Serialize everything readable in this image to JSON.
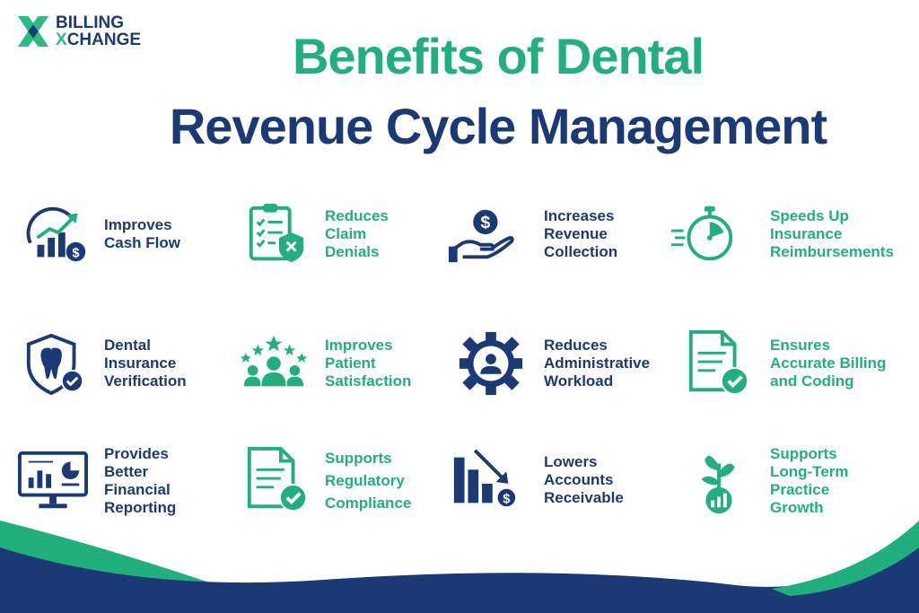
{
  "brand": {
    "line1": "BILLING",
    "line2_x": "X",
    "line2_rest": "CHANGE"
  },
  "title": {
    "line1": "Benefits of Dental",
    "line2": "Revenue Cycle Management"
  },
  "colors": {
    "navy": "#1b3a75",
    "green": "#21b07d"
  },
  "items": [
    {
      "label": "Improves\nCash Flow",
      "color": "navy",
      "icon": "cash-flow-chart-icon"
    },
    {
      "label": "Reduces\nClaim\nDenials",
      "color": "green",
      "icon": "clipboard-deny-icon"
    },
    {
      "label": "Increases\nRevenue\nCollection",
      "color": "navy",
      "icon": "hand-dollar-icon"
    },
    {
      "label": "Speeds Up\nInsurance\nReimbursements",
      "color": "green",
      "icon": "stopwatch-icon"
    },
    {
      "label": "Dental\nInsurance\nVerification",
      "color": "navy",
      "icon": "tooth-shield-icon"
    },
    {
      "label": "Improves\nPatient\nSatisfaction",
      "color": "green",
      "icon": "people-stars-icon"
    },
    {
      "label": "Reduces\nAdministrative\nWorkload",
      "color": "navy",
      "icon": "gear-person-icon"
    },
    {
      "label": "Ensures\nAccurate Billing\nand Coding",
      "color": "green",
      "icon": "document-check-icon"
    },
    {
      "label": "Provides\nBetter\nFinancial\nReporting",
      "color": "navy",
      "icon": "monitor-report-icon"
    },
    {
      "label": "Supports\nRegulatory\nCompliance",
      "color": "green",
      "icon": "document-check-icon"
    },
    {
      "label": "Lowers\nAccounts\nReceivable",
      "color": "navy",
      "icon": "declining-bars-icon"
    },
    {
      "label": "Supports\nLong-Term\nPractice\nGrowth",
      "color": "green",
      "icon": "plant-growth-icon"
    }
  ]
}
